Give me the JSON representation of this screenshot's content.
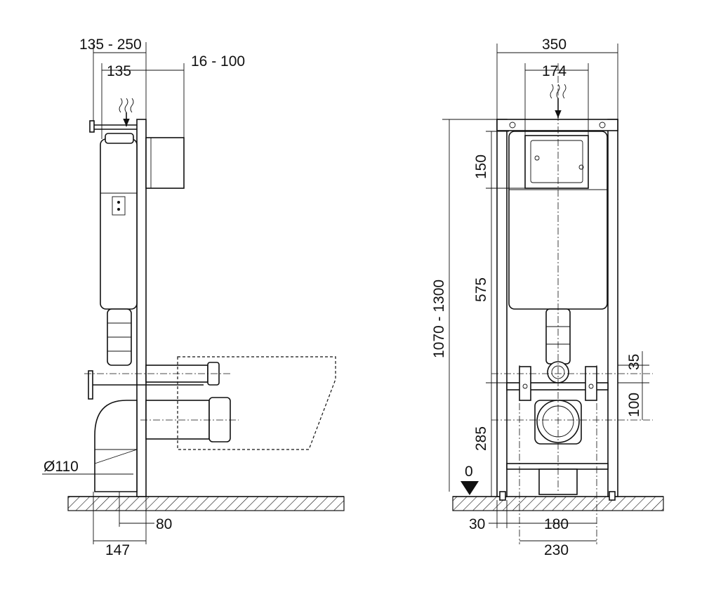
{
  "side_view": {
    "dims": {
      "overall_depth": "135 - 250",
      "tank_depth": "135",
      "plate_offset": "16 - 100",
      "drain_diameter": "Ø110",
      "drain_offset_80": "80",
      "drain_offset_147": "147"
    }
  },
  "front_view": {
    "dims": {
      "frame_width": "350",
      "plate_width": "174",
      "plate_height": "150",
      "tank_height": "575",
      "frame_height": "1070 - 1300",
      "inlet_offset": "35",
      "outlet_spacing": "100",
      "bolt_height": "285",
      "floor_zero": "0",
      "foot_width": "30",
      "bolt_spacing_180": "180",
      "bolt_spacing_230": "230"
    }
  },
  "colors": {
    "line": "#111111",
    "background": "#ffffff"
  }
}
